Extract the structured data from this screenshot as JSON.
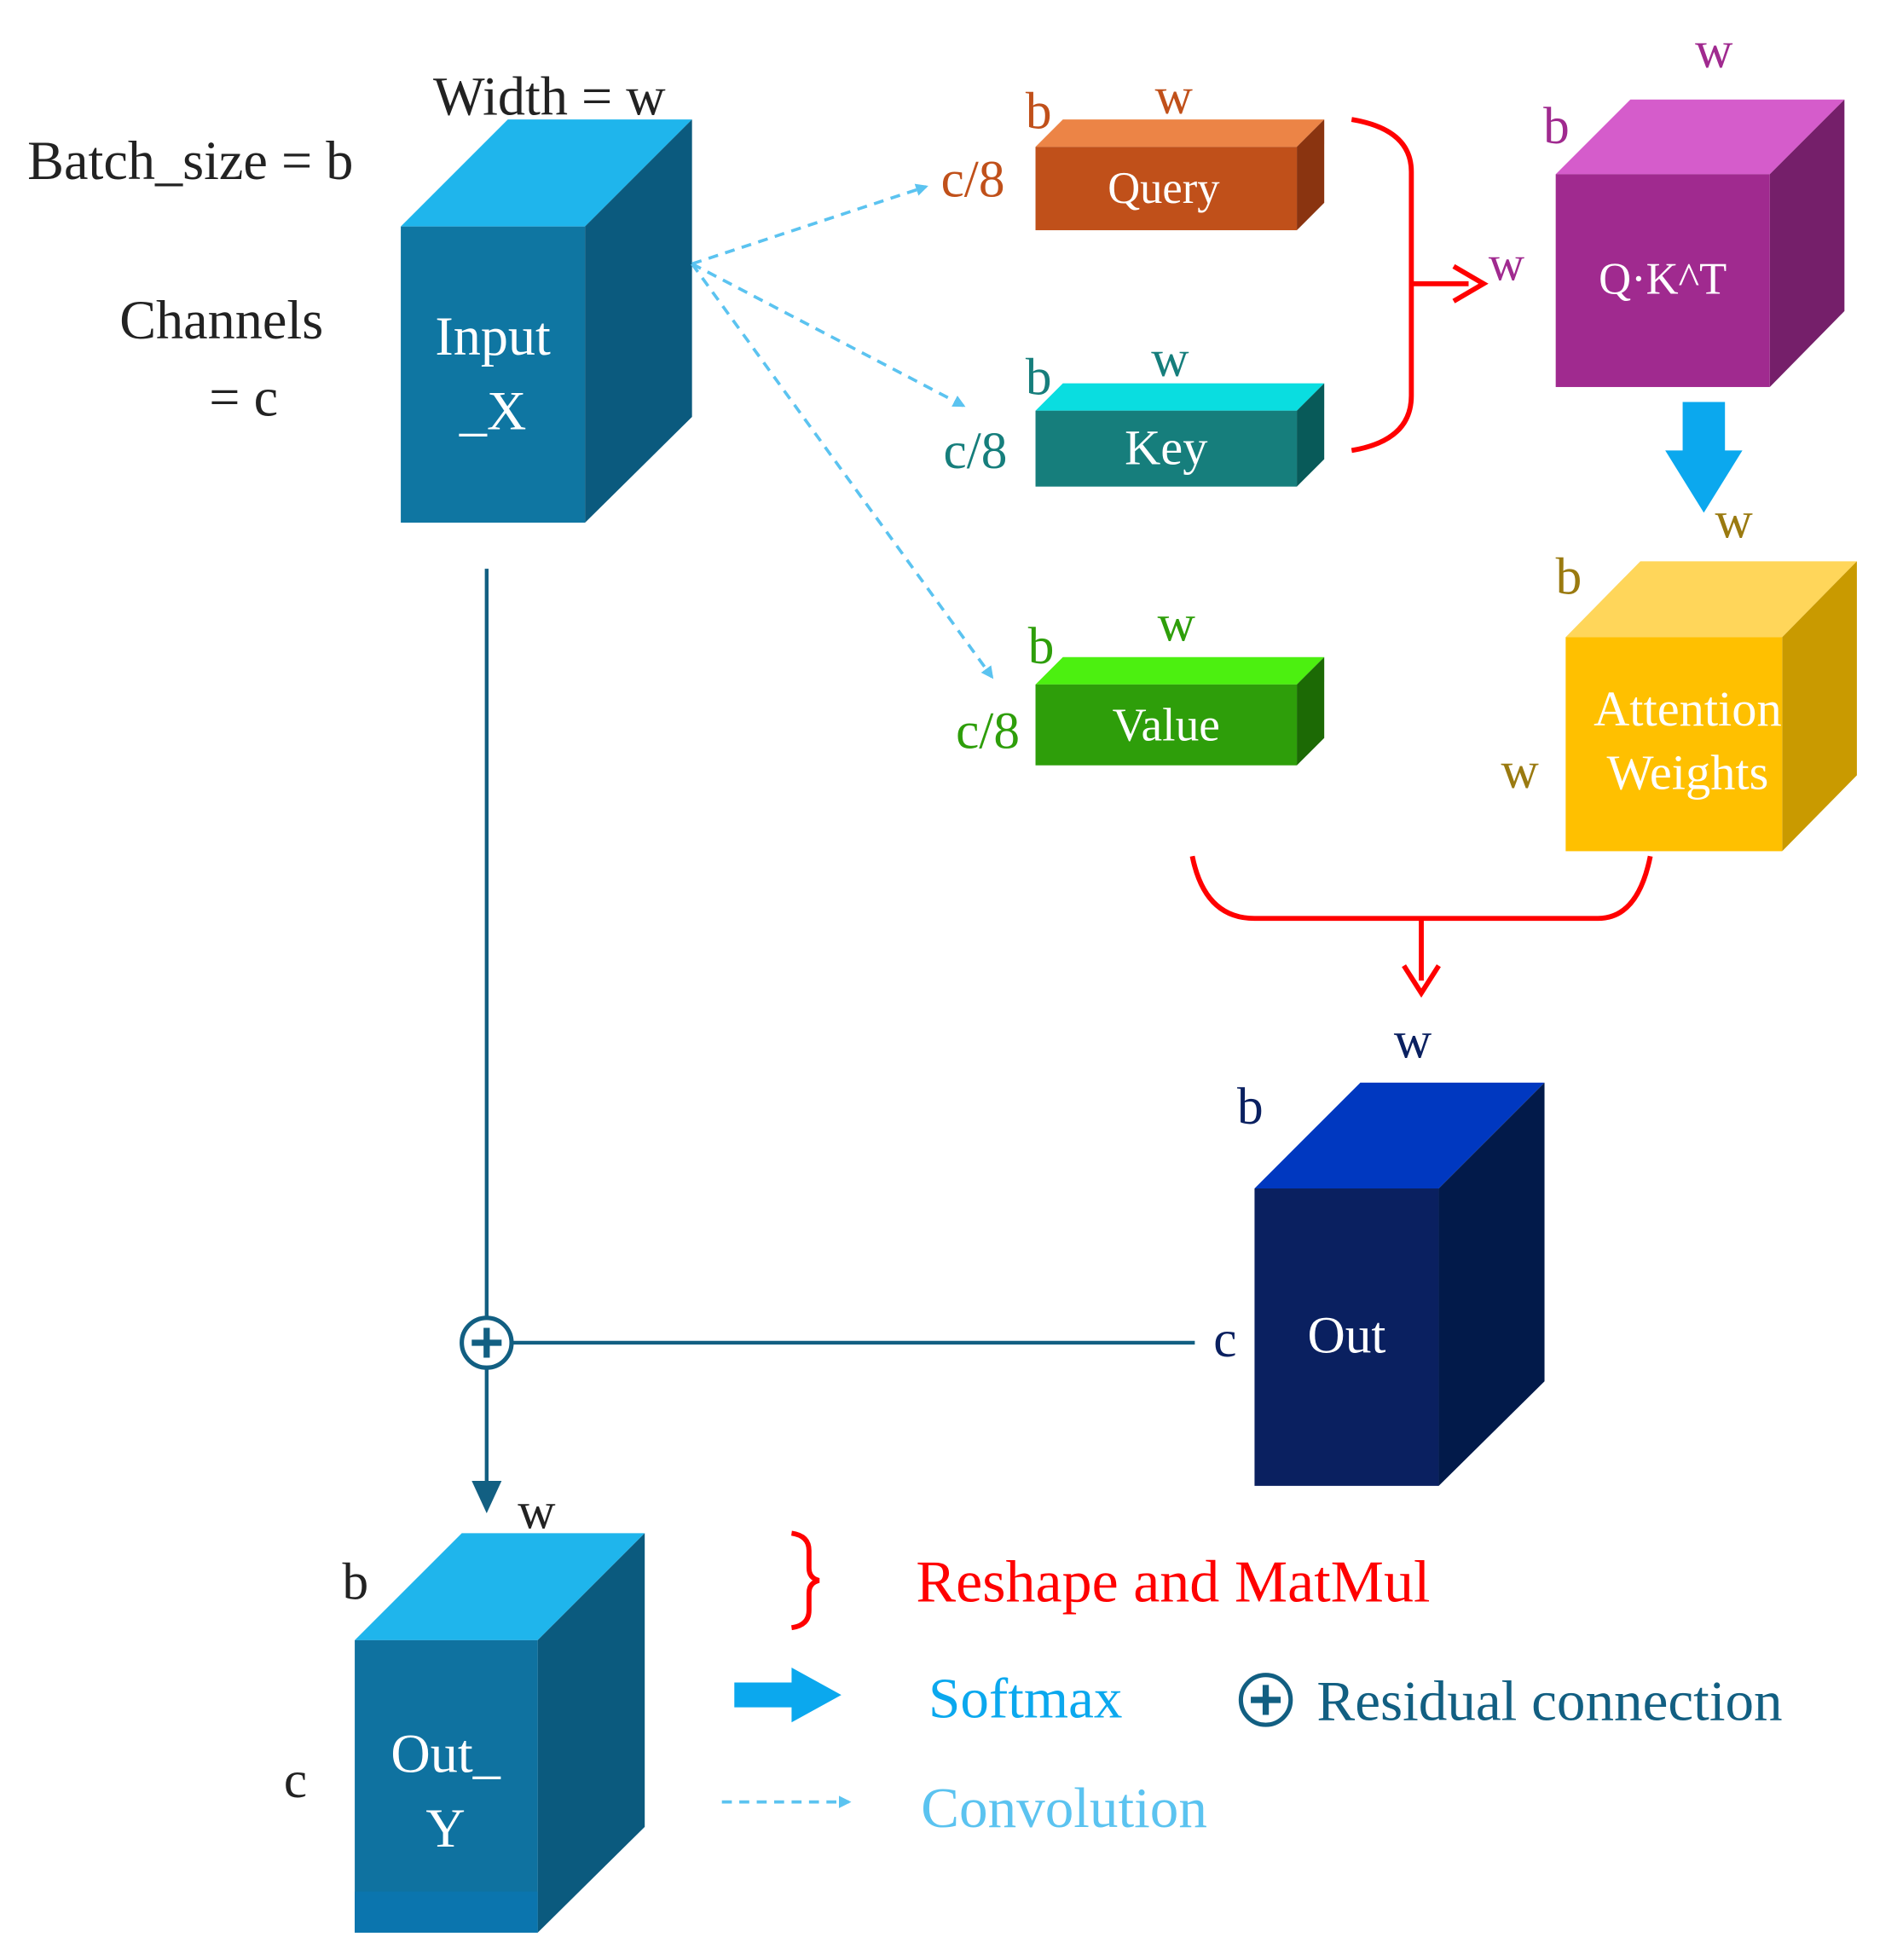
{
  "input": {
    "title_line1": "Input",
    "title_line2": "_X",
    "batch_label": "Batch_size = b",
    "width_label": "Width = w",
    "channels_line1": "Channels",
    "channels_line2": "= c"
  },
  "query": {
    "label": "Query",
    "b": "b",
    "w": "w",
    "c": "c/8",
    "color": "#C0501A"
  },
  "key": {
    "label": "Key",
    "b": "b",
    "w": "w",
    "c": "c/8",
    "color": "#167E7C"
  },
  "value": {
    "label": "Value",
    "b": "b",
    "w": "w",
    "c": "c/8",
    "color": "#2E9E0A"
  },
  "qkt": {
    "label": "Q·K^T",
    "b": "b",
    "w_top": "w",
    "w_side": "w",
    "color": "#A02A8F"
  },
  "attention": {
    "line1": "Attention",
    "line2": "Weights",
    "b": "b",
    "w_top": "w",
    "w_side": "w",
    "color": "#FFC000"
  },
  "out": {
    "label": "Out",
    "b": "b",
    "w": "w",
    "c": "c",
    "color": "#0A2060"
  },
  "out_y": {
    "line1": "Out_",
    "line2": "Y",
    "b": "b",
    "w": "w",
    "c": "c",
    "color": "#0F72A0"
  },
  "legend": {
    "matmul": "Reshape and MatMul",
    "softmax": "Softmax",
    "residual": "Residual connection",
    "convolution": "Convolution",
    "colors": {
      "matmul": "#FF0000",
      "softmax": "#0BA8EE",
      "residual": "#125F82",
      "convolution": "#5BC3F0"
    }
  }
}
